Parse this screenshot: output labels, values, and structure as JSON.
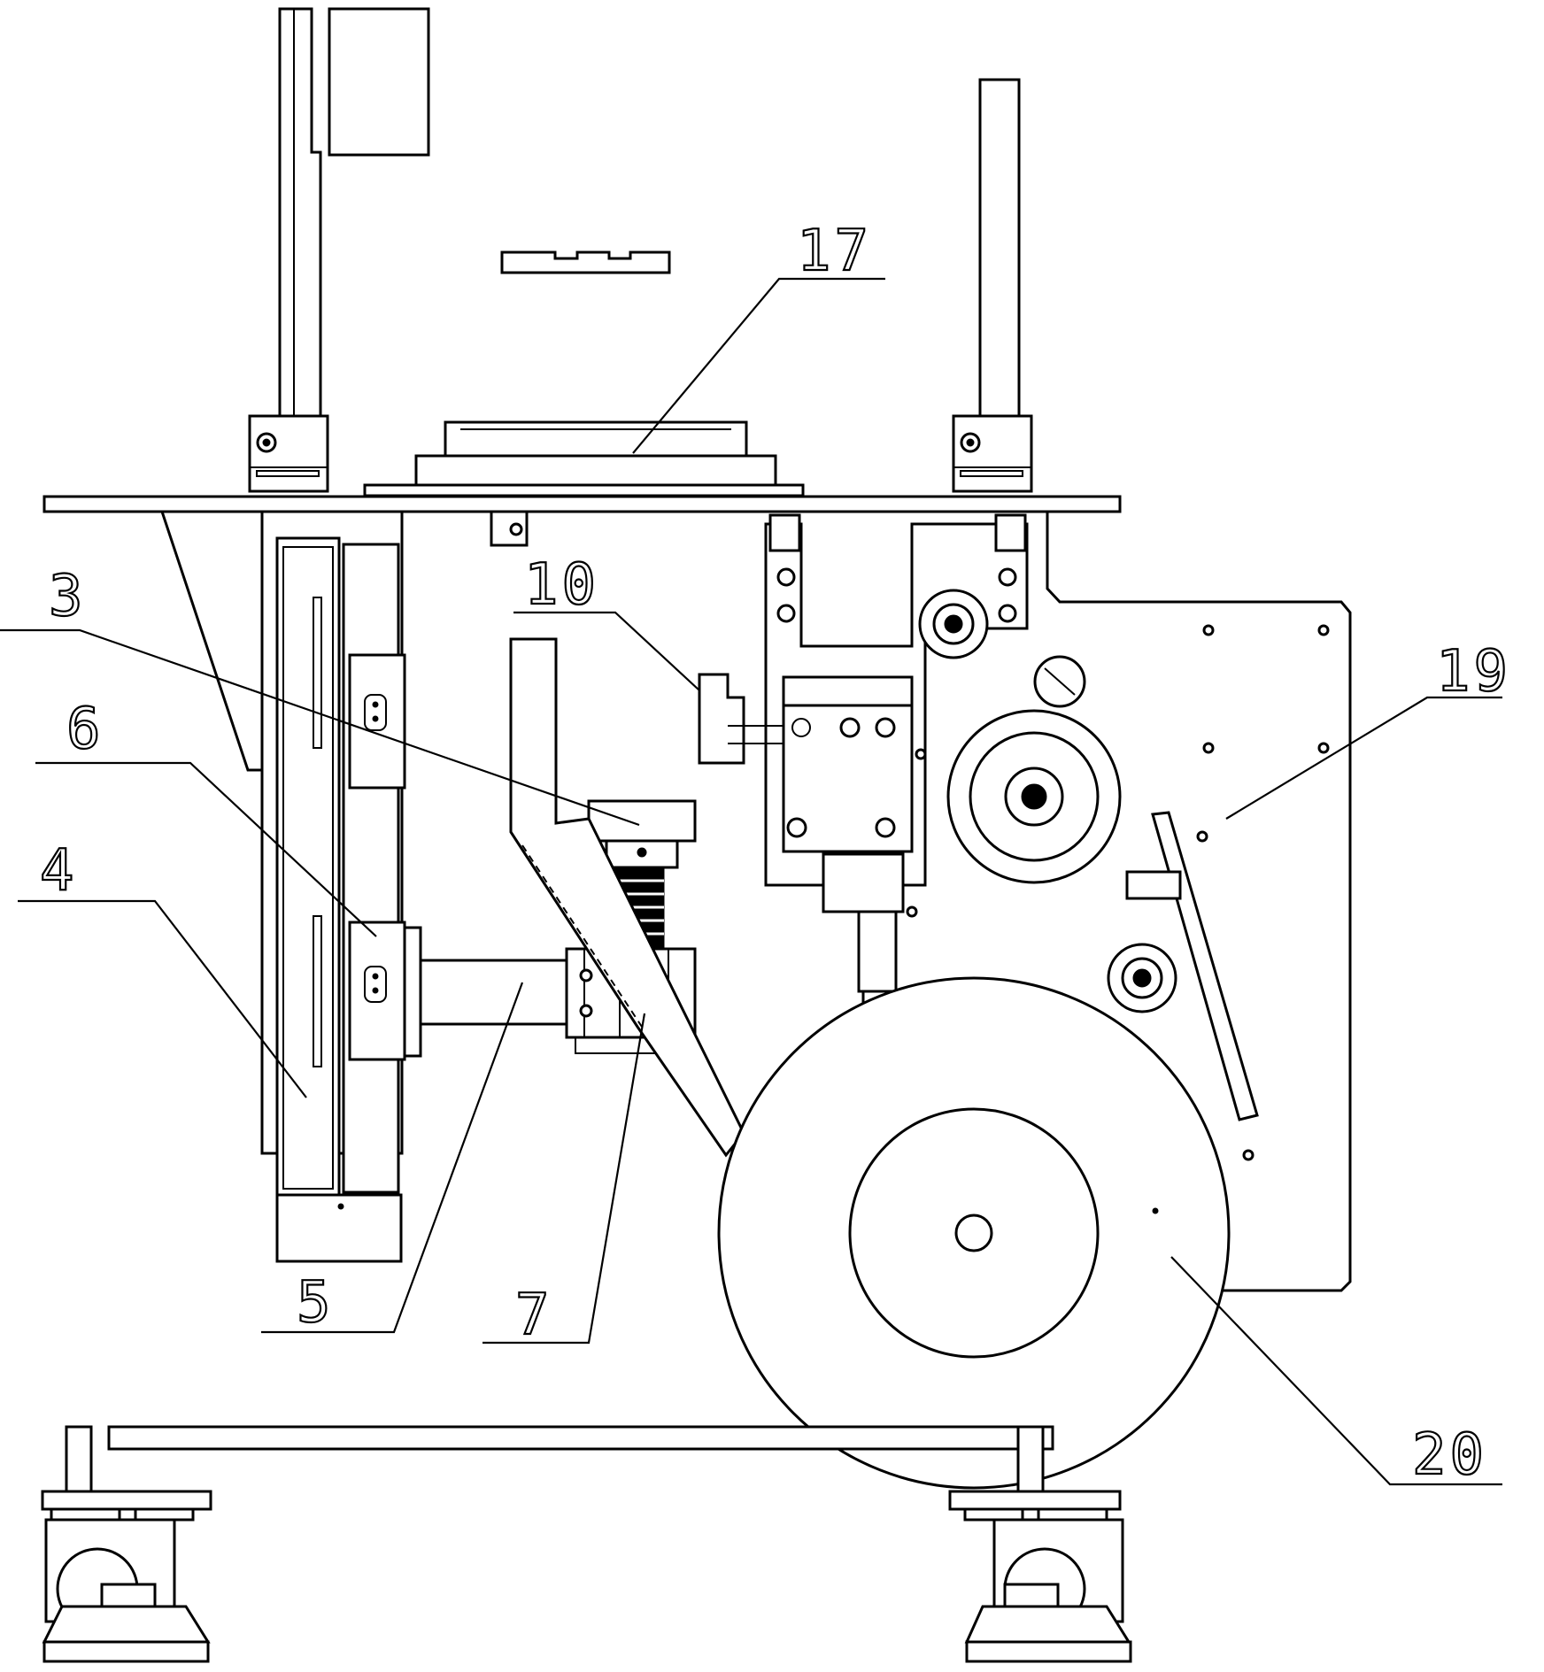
{
  "callouts": [
    {
      "id": "17",
      "label": "17"
    },
    {
      "id": "3",
      "label": "3"
    },
    {
      "id": "10",
      "label": "10"
    },
    {
      "id": "19",
      "label": "19"
    },
    {
      "id": "6",
      "label": "6"
    },
    {
      "id": "4",
      "label": "4"
    },
    {
      "id": "5",
      "label": "5"
    },
    {
      "id": "7",
      "label": "7"
    },
    {
      "id": "20",
      "label": "20"
    }
  ]
}
